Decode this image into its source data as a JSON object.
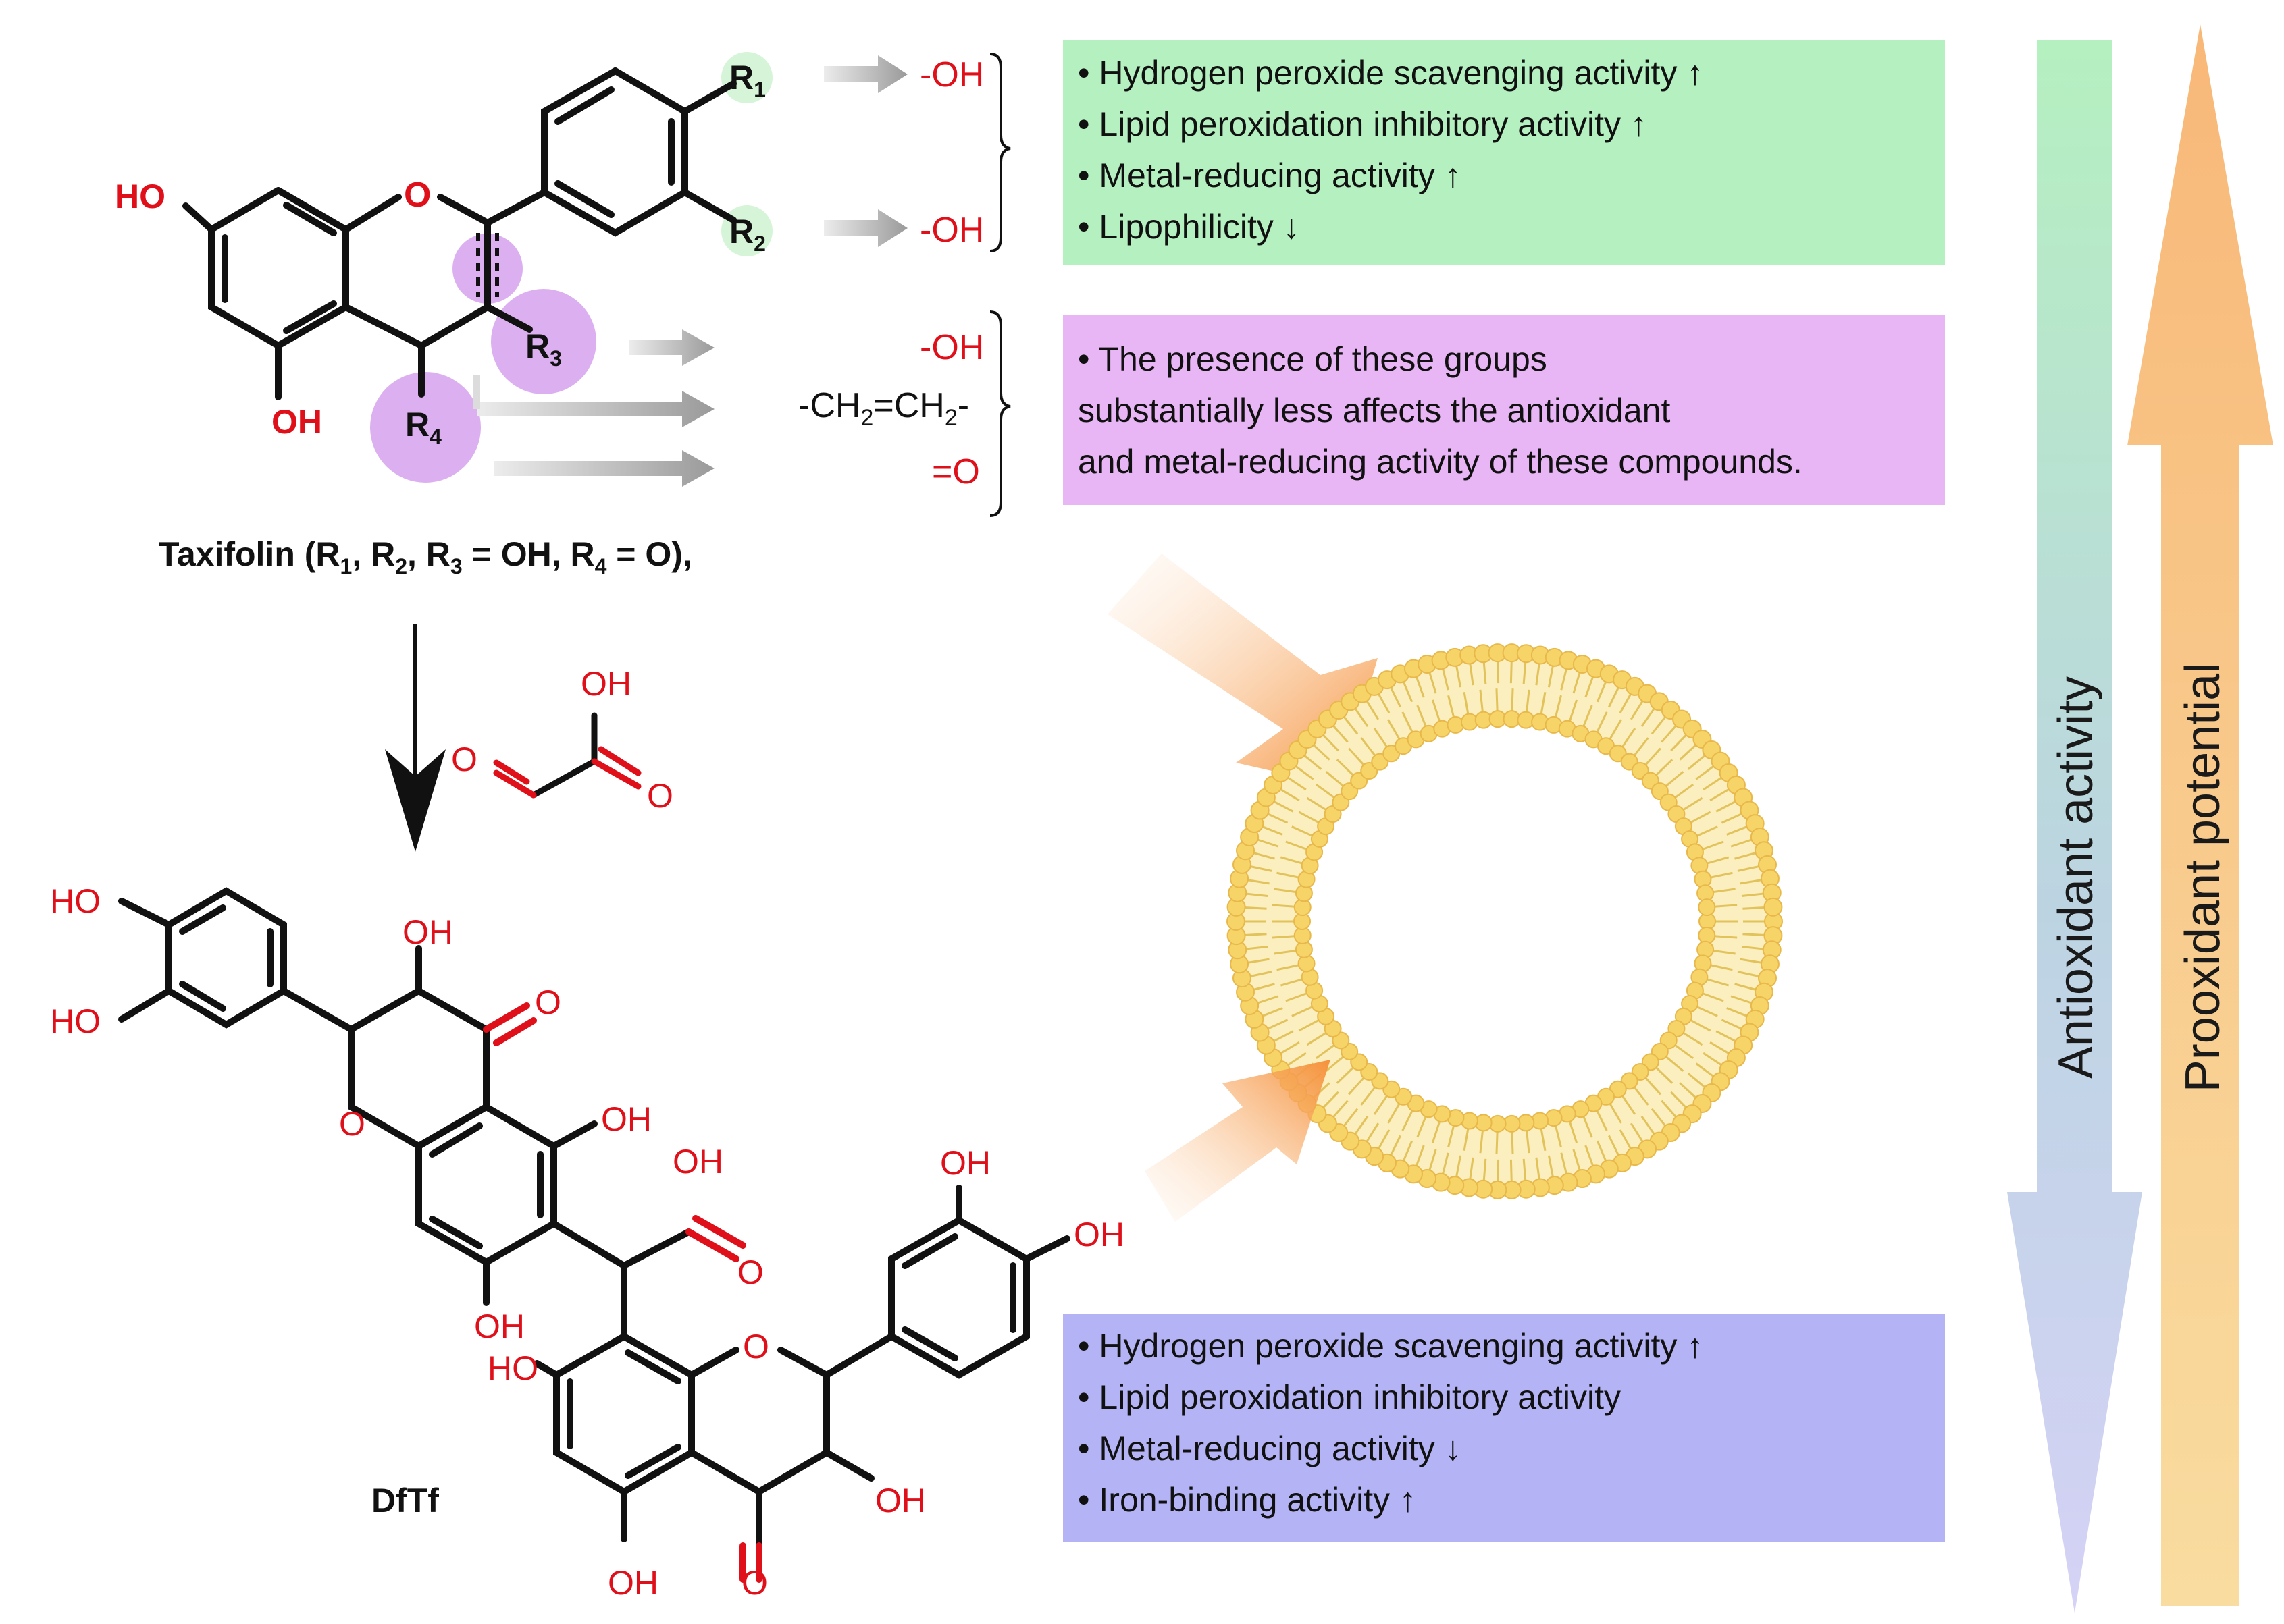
{
  "colors": {
    "oxygen_red": "#e0101a",
    "green_box": "#b5f0c0",
    "purple_box": "#e8b5f5",
    "blue_box": "#b3b3f5",
    "highlight_purple": "#dcb0f0",
    "highlight_green": "#d4f5d8",
    "lipid_yellow": "#f6d468",
    "arrow_orange": "#f5a05a"
  },
  "taxifolin": {
    "atoms": {
      "ho": "HO",
      "o_ring": "O",
      "oh": "OH",
      "r1": "R",
      "r1_sub": "1",
      "r2": "R",
      "r2_sub": "2",
      "r3": "R",
      "r3_sub": "3",
      "r4": "R",
      "r4_sub": "4"
    },
    "caption": {
      "p1": "Taxifolin (R",
      "s1": "1",
      "p2": ", R",
      "s2": "2",
      "p3": ", R",
      "s3": "3",
      "p4": " = OH, R",
      "s4": "4",
      "p5": " = O),"
    }
  },
  "substituents": {
    "r1_group": "-OH",
    "r2_group": "-OH",
    "r3_group": "-OH",
    "ethylene_a": "-CH",
    "ethylene_s1": "2",
    "ethylene_b": "=CH",
    "ethylene_s2": "2",
    "ethylene_c": "-",
    "carbonyl": "=O"
  },
  "reagent": {
    "oh": "OH",
    "o_left": "O",
    "o_right": "O"
  },
  "dftf": {
    "label": "DfTf",
    "atoms": {
      "ho_top": "HO",
      "ho_mid": "HO",
      "oh_top": "OH",
      "o_ketone": "O",
      "o_ring_upper": "O",
      "oh_mid": "OH",
      "oh_acid": "OH",
      "o_acid": "O",
      "oh_lower": "OH",
      "ho_lower": "HO",
      "o_ring_lower": "O",
      "oh_right_top": "OH",
      "oh_right": "OH",
      "oh_c3": "OH",
      "oh_bottom": "OH",
      "o_bottom": "O"
    }
  },
  "green_box": {
    "items": [
      "• Hydrogen peroxide scavenging activity ↑",
      "• Lipid peroxidation inhibitory activity ↑",
      "• Metal-reducing activity ↑",
      "• Lipophilicity ↓"
    ]
  },
  "purple_box": {
    "lines": [
      "• The presence of these groups",
      "substantially less affects the antioxidant",
      "and metal-reducing activity of these compounds."
    ]
  },
  "blue_box": {
    "items": [
      "• Hydrogen peroxide scavenging activity ↑",
      "• Lipid peroxidation inhibitory activity",
      "• Metal-reducing activity ↓",
      "• Iron-binding  activity ↑"
    ]
  },
  "axes": {
    "antioxidant_label": "Antioxidant activity",
    "prooxidant_label": "Prooxidant potential"
  }
}
